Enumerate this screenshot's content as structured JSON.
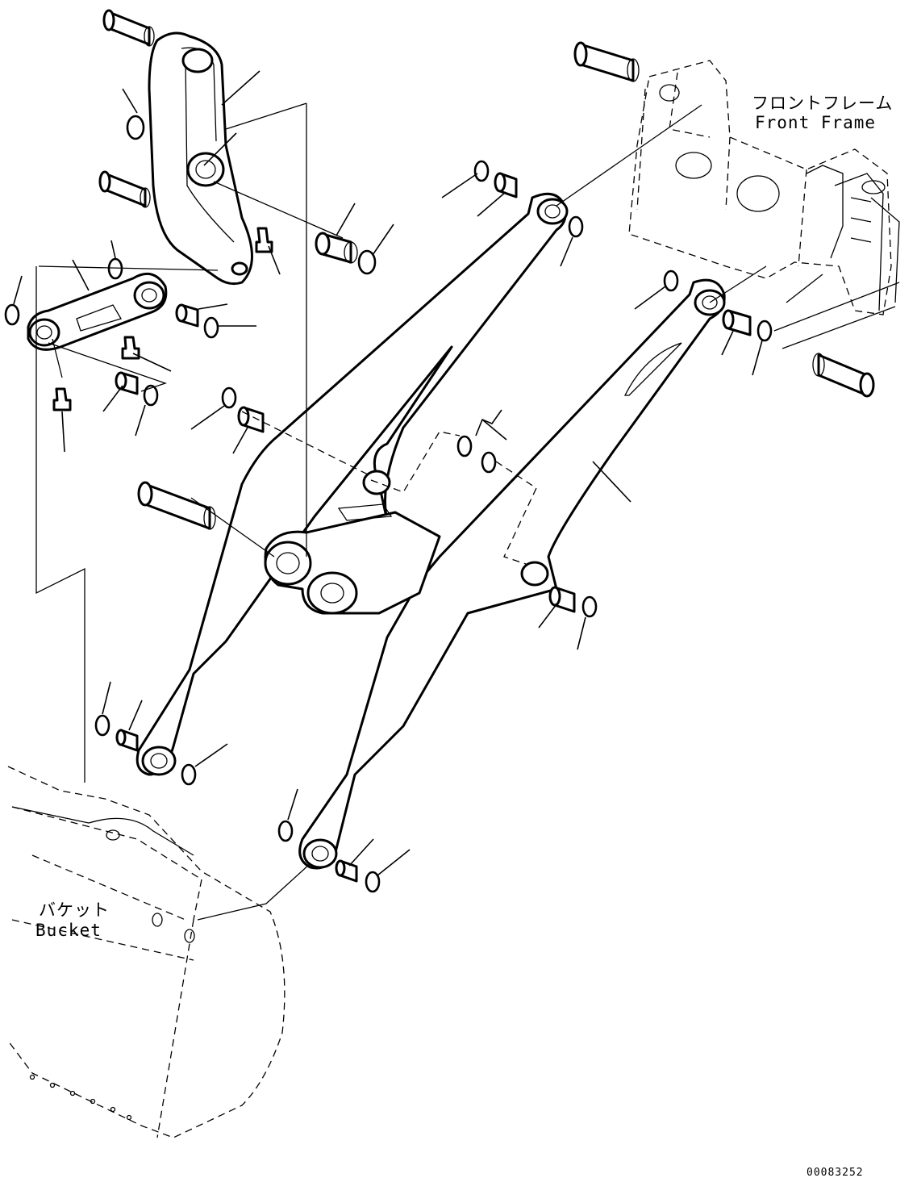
{
  "labels": {
    "front_frame_jp": "フロントフレーム",
    "front_frame_en": "Front Frame",
    "bucket_jp": "バケット",
    "bucket_en": "Bucket",
    "drawing_number": "00083252"
  },
  "colors": {
    "line": "#000000",
    "background": "#ffffff"
  }
}
